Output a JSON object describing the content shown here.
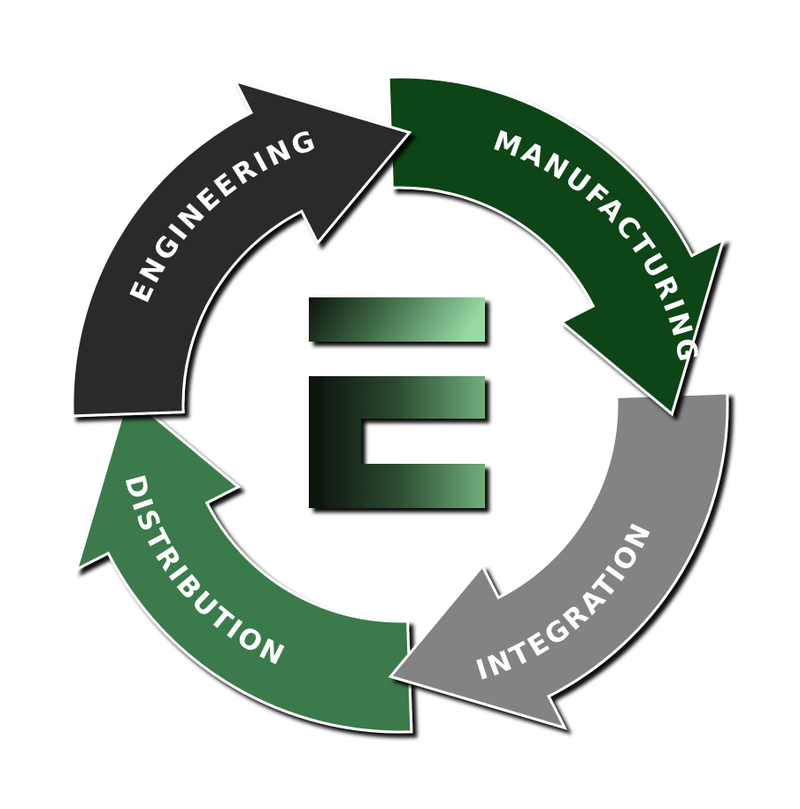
{
  "diagram": {
    "segments": [
      {
        "id": "engineering",
        "label": "ENGINEERING",
        "color": "#2c2c2c"
      },
      {
        "id": "manufacturing",
        "label": "MANUFACTURING",
        "color": "#0c4416"
      },
      {
        "id": "integration",
        "label": "INTEGRATION",
        "color": "#838383"
      },
      {
        "id": "distribution",
        "label": "DISTRIBUTION",
        "color": "#3b7a4b"
      }
    ],
    "logo": {
      "letter_icon": "stylized-letter-e-logo",
      "highlight_color": "#8fd39b",
      "dark_color": "#0e140f"
    }
  }
}
